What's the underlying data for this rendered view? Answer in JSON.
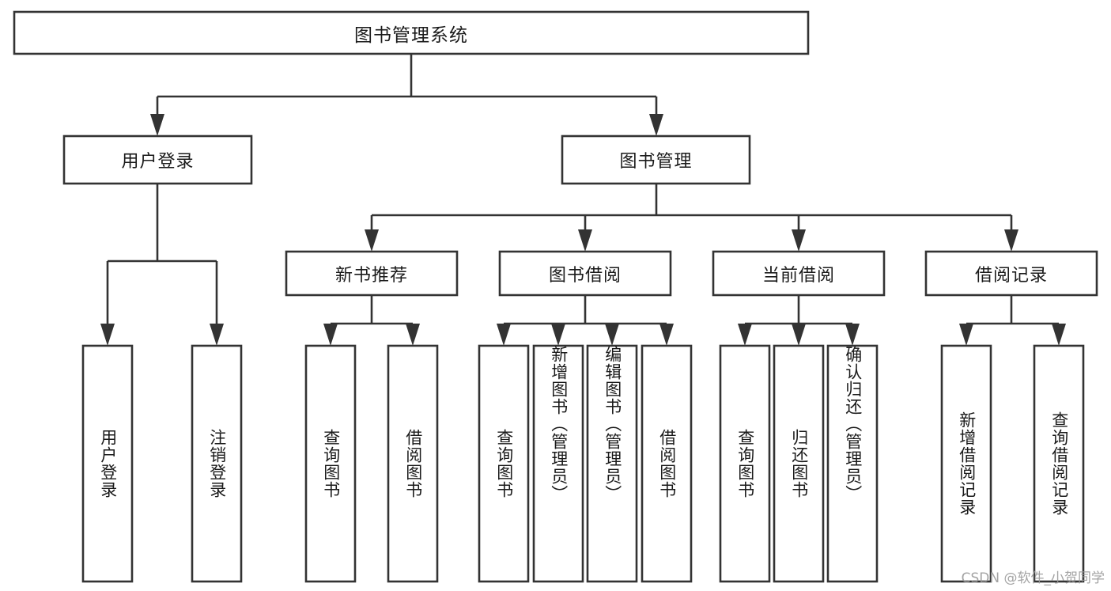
{
  "diagram": {
    "type": "tree-hierarchy",
    "title": "图书管理系统",
    "watermark": "CSDN @软件_小贺同学",
    "colors": {
      "stroke": "#333333",
      "fill": "#ffffff",
      "text": "#1a1a1a",
      "watermark": "#9a9a9a"
    },
    "levels": [
      {
        "level": 1,
        "nodes": [
          {
            "id": "root",
            "label": "图书管理系统",
            "orientation": "horizontal"
          }
        ]
      },
      {
        "level": 2,
        "nodes": [
          {
            "id": "user-login",
            "label": "用户登录",
            "orientation": "horizontal",
            "parent": "root"
          },
          {
            "id": "book-manage",
            "label": "图书管理",
            "orientation": "horizontal",
            "parent": "root"
          }
        ]
      },
      {
        "level": 3,
        "nodes": [
          {
            "id": "new-book-rec",
            "label": "新书推荐",
            "orientation": "horizontal",
            "parent": "book-manage"
          },
          {
            "id": "book-borrow",
            "label": "图书借阅",
            "orientation": "horizontal",
            "parent": "book-manage"
          },
          {
            "id": "current-borrow",
            "label": "当前借阅",
            "orientation": "horizontal",
            "parent": "book-manage"
          },
          {
            "id": "borrow-record",
            "label": "借阅记录",
            "orientation": "horizontal",
            "parent": "book-manage"
          }
        ]
      },
      {
        "level": 4,
        "nodes": [
          {
            "id": "leaf-user-login",
            "label": "用户登录",
            "orientation": "vertical",
            "parent": "user-login"
          },
          {
            "id": "leaf-logout",
            "label": "注销登录",
            "orientation": "vertical",
            "parent": "user-login"
          },
          {
            "id": "leaf-query-book-1",
            "label": "查询图书",
            "orientation": "vertical",
            "parent": "new-book-rec"
          },
          {
            "id": "leaf-borrow-book-1",
            "label": "借阅图书",
            "orientation": "vertical",
            "parent": "new-book-rec"
          },
          {
            "id": "leaf-query-book-2",
            "label": "查询图书",
            "orientation": "vertical",
            "parent": "book-borrow"
          },
          {
            "id": "leaf-add-book",
            "label": "新增图书（管理员）",
            "orientation": "vertical",
            "parent": "book-borrow"
          },
          {
            "id": "leaf-edit-book",
            "label": "编辑图书（管理员）",
            "orientation": "vertical",
            "parent": "book-borrow"
          },
          {
            "id": "leaf-borrow-book-2",
            "label": "借阅图书",
            "orientation": "vertical",
            "parent": "book-borrow"
          },
          {
            "id": "leaf-query-book-3",
            "label": "查询图书",
            "orientation": "vertical",
            "parent": "current-borrow"
          },
          {
            "id": "leaf-return-book",
            "label": "归还图书",
            "orientation": "vertical",
            "parent": "current-borrow"
          },
          {
            "id": "leaf-confirm-return",
            "label": "确认归还（管理员）",
            "orientation": "vertical",
            "parent": "current-borrow"
          },
          {
            "id": "leaf-add-record",
            "label": "新增借阅记录",
            "orientation": "vertical",
            "parent": "borrow-record"
          },
          {
            "id": "leaf-query-record",
            "label": "查询借阅记录",
            "orientation": "vertical",
            "parent": "borrow-record"
          }
        ]
      }
    ]
  }
}
